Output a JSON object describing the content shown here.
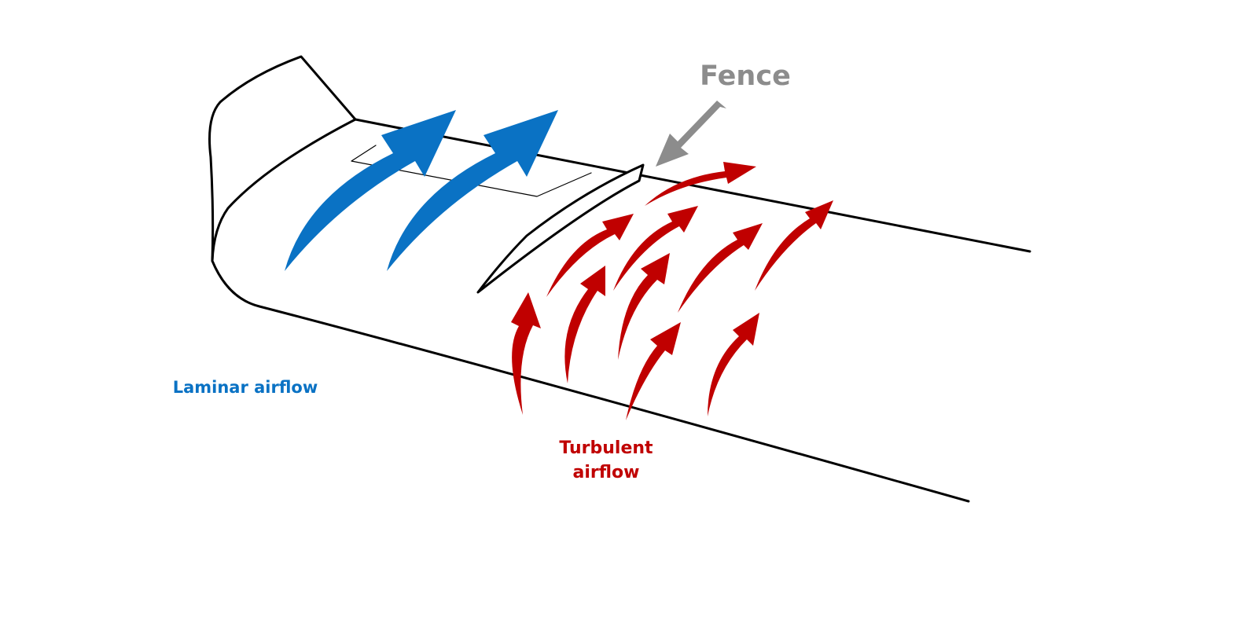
{
  "labels": {
    "fence": "Fence",
    "laminar": "Laminar airflow",
    "turbulent_line1": "Turbulent",
    "turbulent_line2": "airflow"
  },
  "colors": {
    "laminar": "#0a72c4",
    "turbulent": "#c00000",
    "fence_pointer": "#8c8c8c",
    "outline": "#000000",
    "background": "#ffffff"
  },
  "icons": {
    "laminar_flow": "curved-arrow-icon",
    "turbulent_flow": "curved-arrow-icon",
    "fence_pointer": "straight-arrow-icon"
  }
}
